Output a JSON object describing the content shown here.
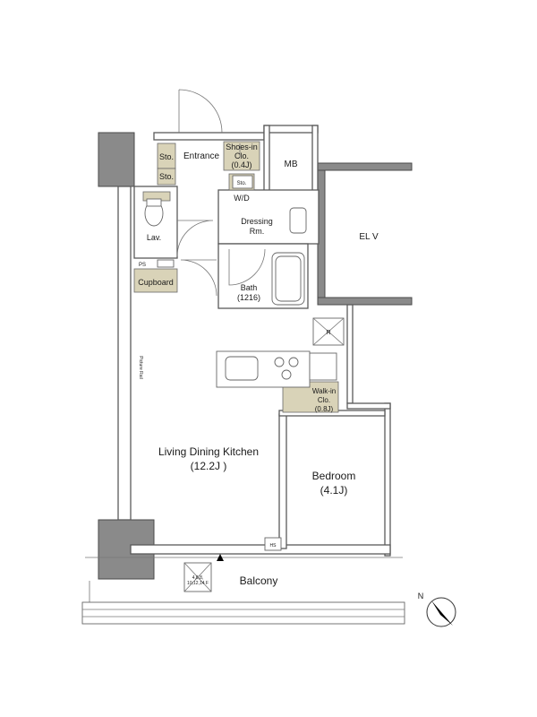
{
  "rooms": {
    "entrance": "Entrance",
    "sto_top": "Sto.",
    "sto_bottom": "Sto.",
    "shoes_line1": "Shoes-in",
    "shoes_line2": "Clo.",
    "shoes_line3": "(0.4J)",
    "sto_small": "Sto.",
    "wd": "W/D",
    "mb": "MB",
    "elv": "EL V",
    "lav": "Lav.",
    "ps": "PS",
    "cupboard": "Cupboard",
    "dressing_line1": "Dressing",
    "dressing_line2": "Rm.",
    "bath_line1": "Bath",
    "bath_line2": "(1216)",
    "refrigerator": "R",
    "walkin_line1": "Walk-in",
    "walkin_line2": "Clo.",
    "walkin_line3": "(0.8J)",
    "ldk_line1": "Living Dining Kitchen",
    "ldk_line2": "(12.2J )",
    "bedroom_line1": "Bedroom",
    "bedroom_line2": "(4.1J)",
    "hs": "HS",
    "balcony": "Balcony",
    "hatch_line1": "4,6,8,",
    "hatch_line2": "10,12,14 F",
    "picture_rail": "Picture Rail",
    "north": "N"
  },
  "colors": {
    "storage": "#d9d3b8",
    "structure": "#8a8a8a",
    "wall_stroke": "#5a5a5a"
  }
}
